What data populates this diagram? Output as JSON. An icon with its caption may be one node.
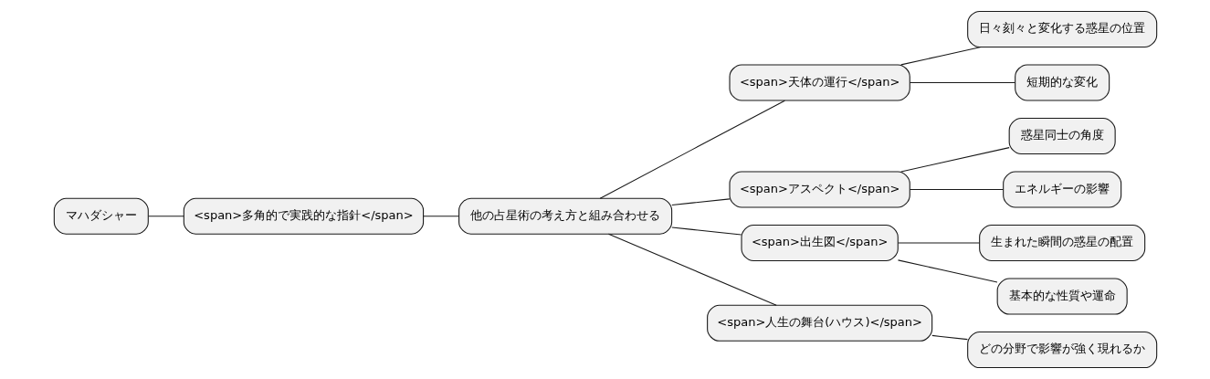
{
  "diagram": {
    "nodes": [
      {
        "text": [
          "マハダシャー"
        ]
      },
      {
        "text": [
          "<span>多角的で実践的な指針</span>"
        ]
      },
      {
        "text": [
          "他の占星術の考え方と組み合わせる"
        ]
      },
      {
        "text": [
          "<span>天体の運行</span>"
        ]
      },
      {
        "text": [
          "日々刻々と変化する惑星の位置"
        ]
      },
      {
        "text": [
          "短期的な変化"
        ]
      },
      {
        "text": [
          "<span>アスペクト</span>"
        ]
      },
      {
        "text": [
          "惑星同士の角度"
        ]
      },
      {
        "text": [
          "エネルギーの影響"
        ]
      },
      {
        "text": [
          "<span>出生図</span>"
        ]
      },
      {
        "text": [
          "生まれた瞬間の惑星の配置"
        ]
      },
      {
        "text": [
          "基本的な性質や運命"
        ]
      },
      {
        "text": [
          "<span>人生の舞台(ハウス)</span>"
        ]
      },
      {
        "text": [
          "どの分野で影響が強く現れるか"
        ]
      }
    ],
    "edges": [
      {
        "from": 0,
        "to": 1,
        "arrow": "none"
      },
      {
        "from": 1,
        "to": 2,
        "arrow": "none"
      },
      {
        "from": 2,
        "to": 3,
        "arrow": "none"
      },
      {
        "from": 3,
        "to": 4,
        "arrow": "none"
      },
      {
        "from": 3,
        "to": 5,
        "arrow": "none"
      },
      {
        "from": 2,
        "to": 6,
        "arrow": "none"
      },
      {
        "from": 6,
        "to": 7,
        "arrow": "none"
      },
      {
        "from": 6,
        "to": 8,
        "arrow": "none"
      },
      {
        "from": 2,
        "to": 9,
        "arrow": "none"
      },
      {
        "from": 9,
        "to": 10,
        "arrow": "none"
      },
      {
        "from": 9,
        "to": 11,
        "arrow": "none"
      },
      {
        "from": 2,
        "to": 12,
        "arrow": "none"
      },
      {
        "from": 12,
        "to": 13,
        "arrow": "none"
      }
    ]
  }
}
